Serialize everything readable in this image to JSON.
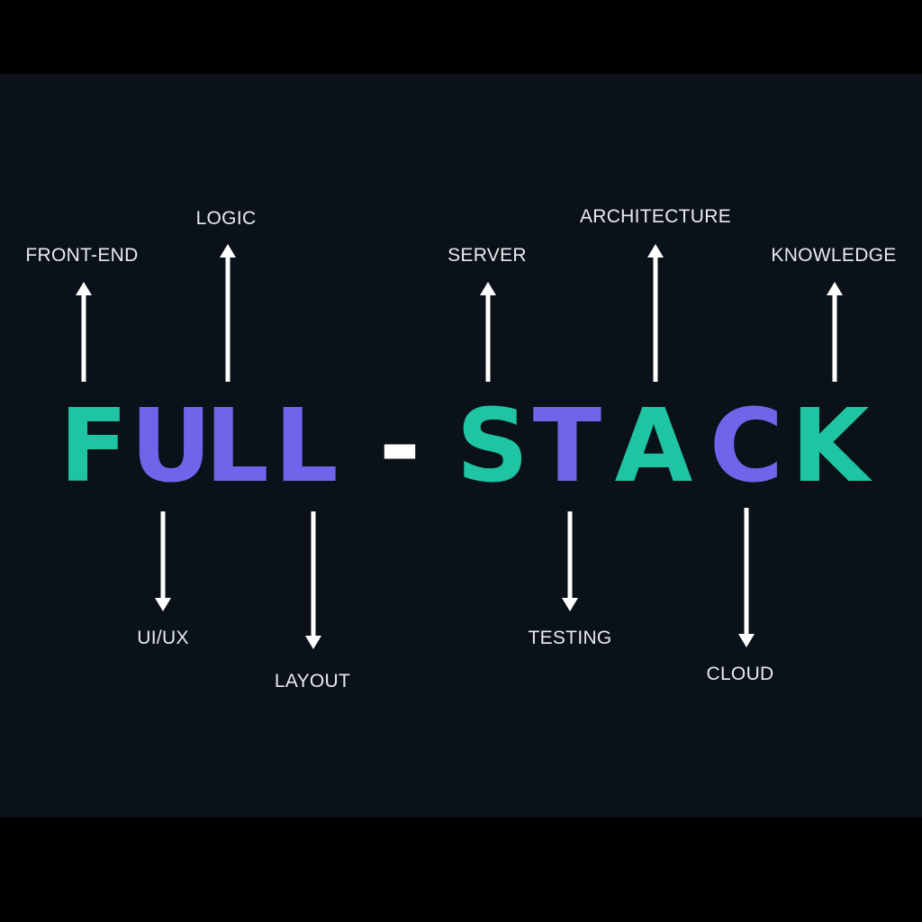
{
  "headline": {
    "letters": [
      "F",
      "U",
      "L",
      "L",
      "-",
      "S",
      "T",
      "A",
      "C",
      "K"
    ],
    "colors": {
      "teal": "#1fc4a2",
      "purple": "#7064ea",
      "white": "#ffffff"
    }
  },
  "labels_above": [
    "FRONT-END",
    "LOGIC",
    "SERVER",
    "ARCHITECTURE",
    "KNOWLEDGE"
  ],
  "labels_below": [
    "UI/UX",
    "LAYOUT",
    "TESTING",
    "CLOUD"
  ],
  "arrow_color": "#ffffff",
  "background": "#0b1118"
}
